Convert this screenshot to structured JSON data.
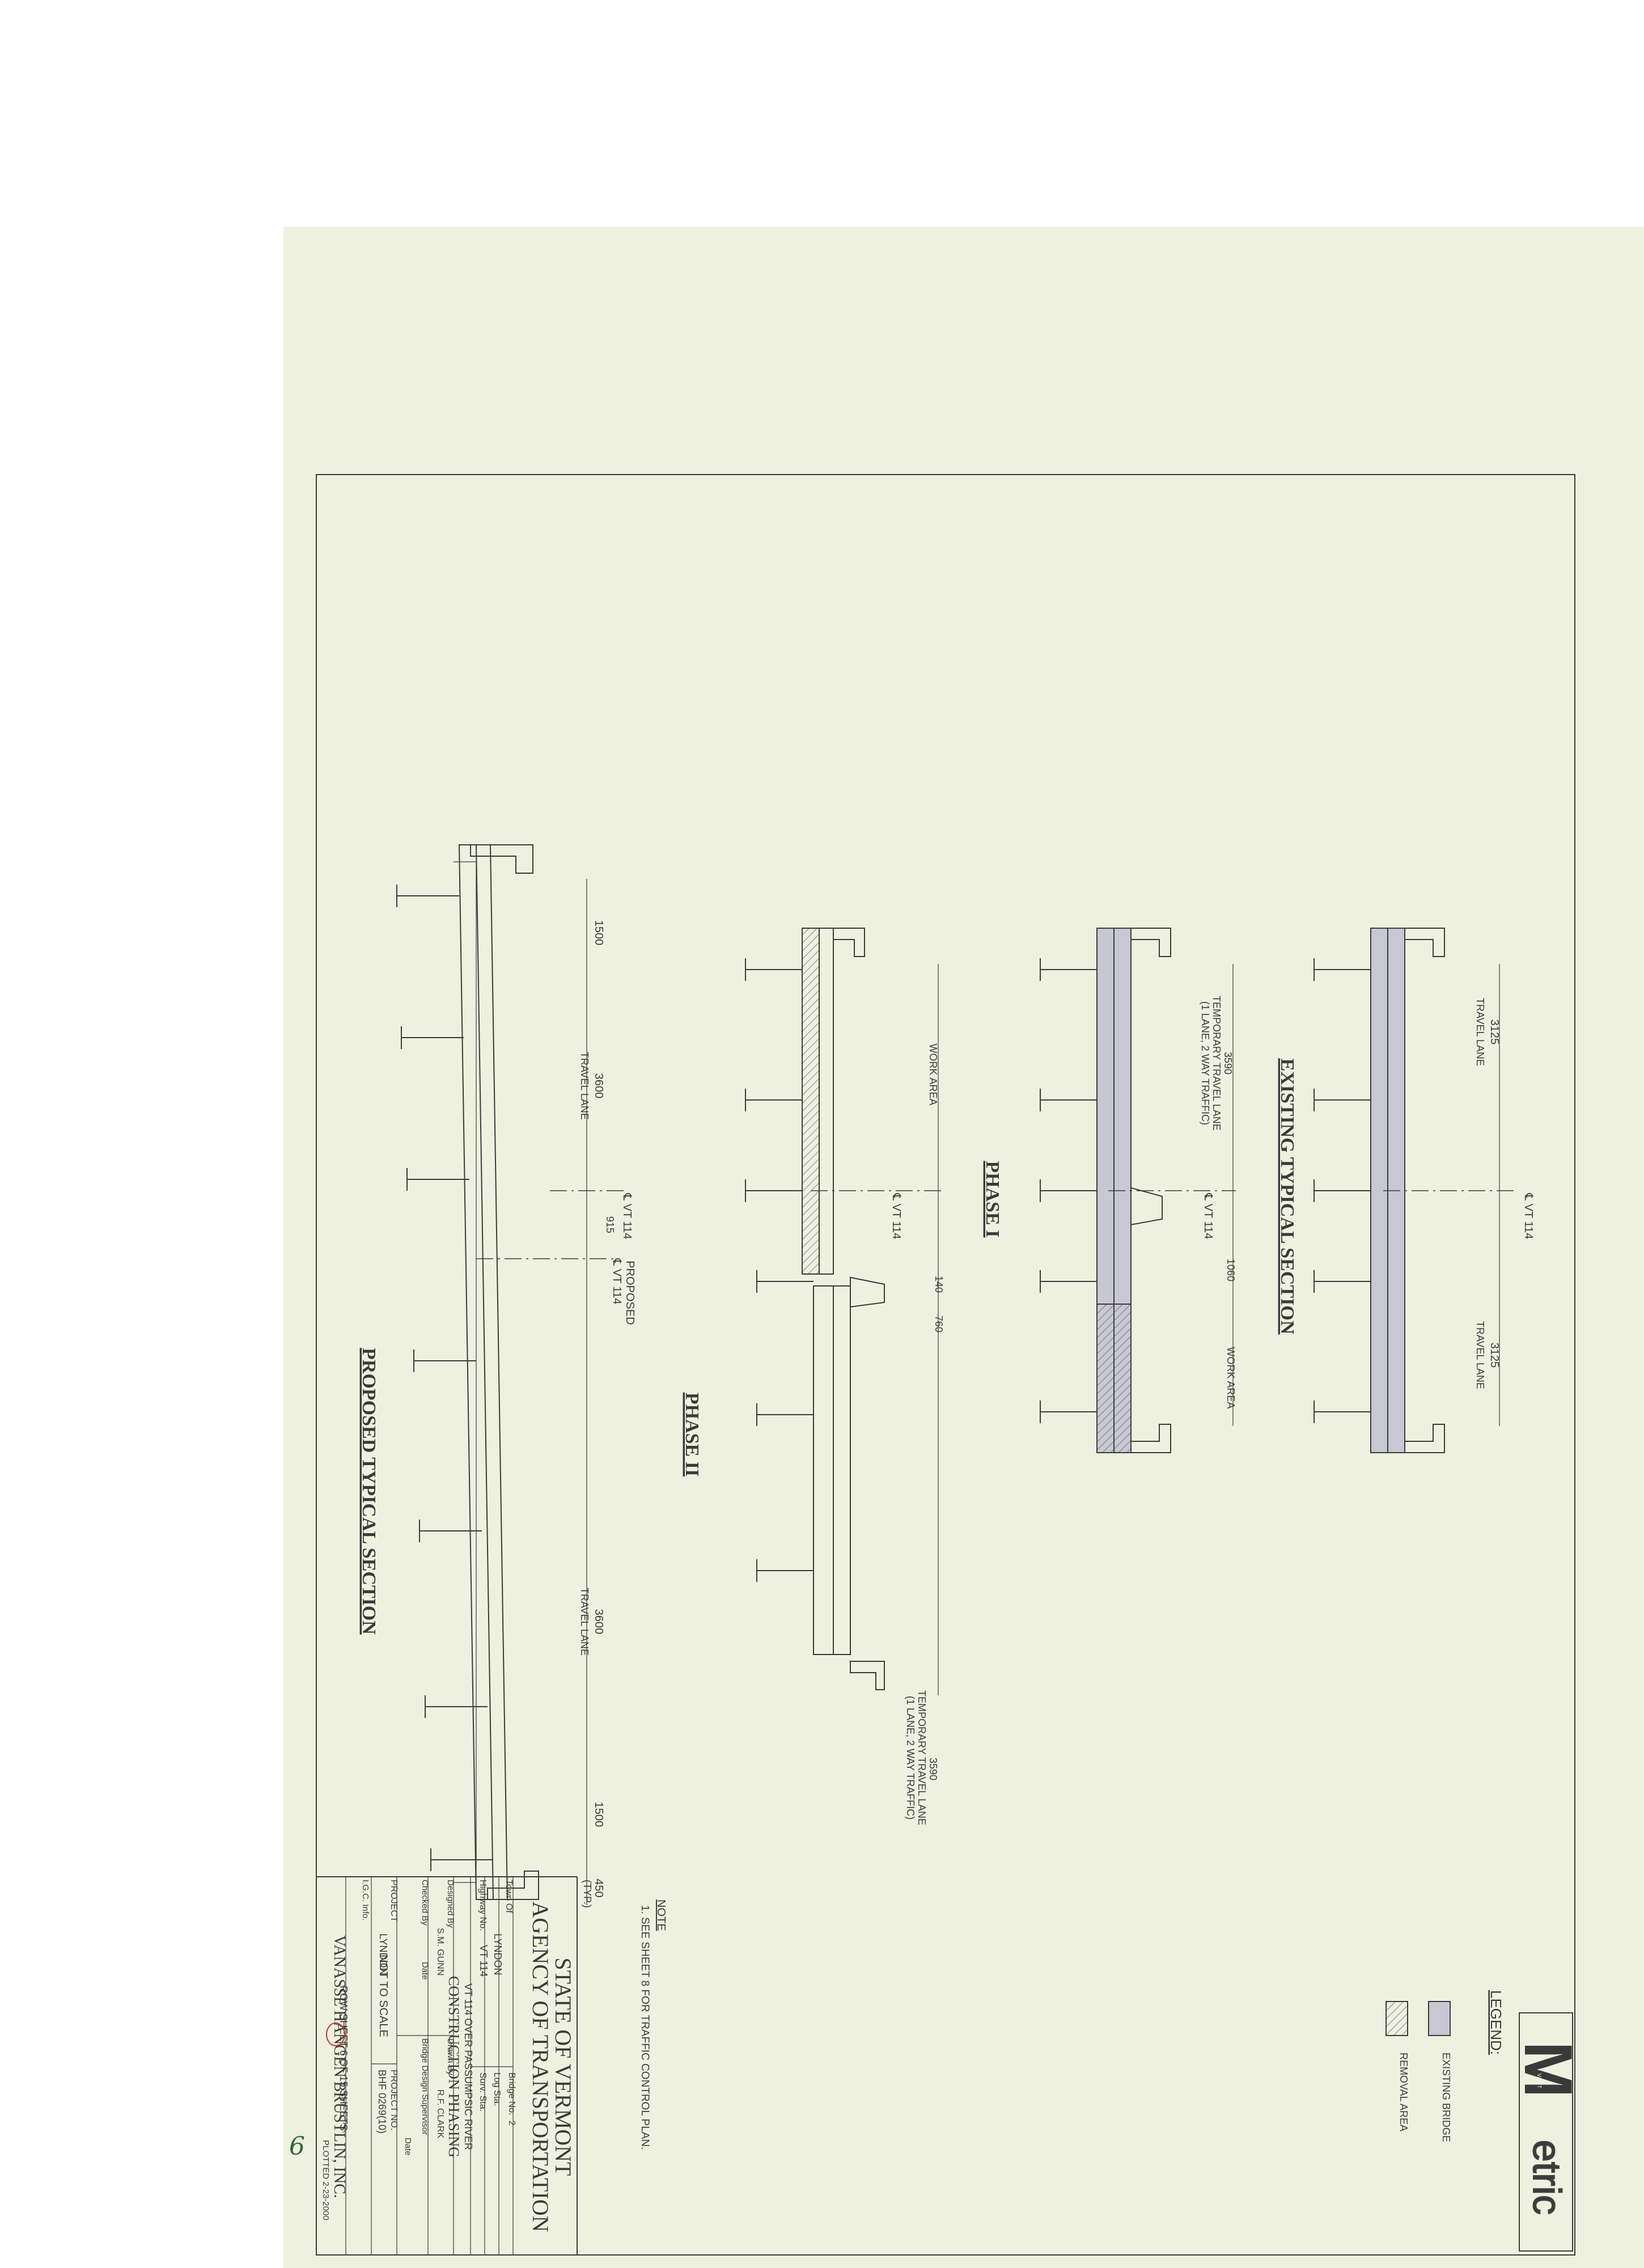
{
  "sheet": {
    "titles": {
      "existing": "EXISTING TYPICAL SECTION",
      "phase1": "PHASE I",
      "phase2": "PHASE II",
      "proposed": "PROPOSED TYPICAL SECTION"
    },
    "existing_section": {
      "travel_lane_left": "TRAVEL LANE",
      "dim_left": "3125",
      "travel_lane_right": "TRAVEL LANE",
      "dim_right": "3125",
      "centerline": "℄ VT 114"
    },
    "phase1_section": {
      "dim_temp": "3590",
      "temp_lane_1": "TEMPORARY TRAVEL LANE",
      "temp_lane_2": "(1 LANE, 2 WAY TRAFFIC)",
      "centerline": "℄ VT 114",
      "dim_barrier": "1060",
      "work_area": "WORK AREA"
    },
    "phase2_section": {
      "work_area": "WORK AREA",
      "centerline": "℄ VT 114",
      "dim_140": "140",
      "dim_760": "760",
      "dim_temp": "3590",
      "temp_lane_1": "TEMPORARY TRAVEL LANE",
      "temp_lane_2": "(1 LANE, 2 WAY TRAFFIC)"
    },
    "proposed_section": {
      "dim_sidewalk_left": "1500",
      "dim_lane_left": "3600",
      "travel_lane_left": "TRAVEL LANE",
      "centerline": "℄ VT 114",
      "proposed_cl": "PROPOSED",
      "proposed_cl2": "℄ VT 114",
      "dim_offset": "915",
      "dim_lane_right": "3600",
      "travel_lane_right": "TRAVEL LANE",
      "dim_sidewalk_right": "1500",
      "dim_rail": "450",
      "dim_rail_typ": "(TYP.)"
    },
    "legend": {
      "title": "LEGEND:",
      "existing_bridge": "EXISTING BRIDGE",
      "removal_area": "REMOVAL AREA"
    },
    "note": {
      "title": "NOTE",
      "text": "1. SEE SHEET 8 FOR TRAFFIC CONTROL PLAN."
    },
    "not_to_scale": "NOT TO SCALE",
    "firm": "VANASSE HANGEN BRUSTLIN, INC.",
    "logo": {
      "letter": "M",
      "small": "VAOT",
      "word": "etric"
    },
    "title_block": {
      "state": "STATE OF VERMONT",
      "agency": "AGENCY OF TRANSPORTATION",
      "town_label": "Town Of",
      "town": "LYNDON",
      "bridge_label": "Bridge No.",
      "bridge": "2",
      "log_sta": "Log Sta.",
      "highway_label": "Highway No.",
      "highway": "VT 114",
      "surv_sta": "Surv. Sta.",
      "description": "VT 114 OVER PASSUMPSIC RIVER",
      "sheet_title": "CONSTRUCTION PHASING",
      "designed_label": "Designed By",
      "designed": "S.M. GUNN",
      "drawn_label": "Drawn By",
      "drawn": "R.F. CLARK",
      "checked_label": "Checked By",
      "date_label": "Date",
      "supervisor_label": "Bridge Design Supervisor",
      "date2_label": "Date",
      "project_label": "PROJECT",
      "project": "LYNDON",
      "project_no_label": "PROJECT NO.",
      "project_no": "BHF 0269(10)",
      "igc_label": "I.G.C. Info."
    },
    "sheet_number": "ROW SHEET 6 OF 15 SHEETS",
    "plotted": "PLOTTED 2-23-2000",
    "handwritten_number": "6"
  }
}
